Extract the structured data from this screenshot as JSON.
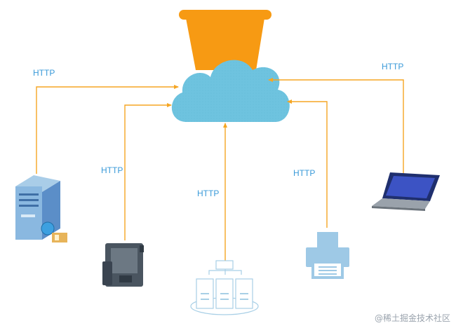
{
  "protocol_label": "HTTP",
  "labels": {
    "server_left": "HTTP",
    "device_phone": "HTTP",
    "server_rack": "HTTP",
    "printer": "HTTP",
    "laptop": "HTTP"
  },
  "watermark": "@稀土掘金技术社区",
  "colors": {
    "arrow": "#f5a623",
    "cloud": "#6ec3df",
    "bucket": "#f79a13",
    "label": "#3a9ad9"
  }
}
